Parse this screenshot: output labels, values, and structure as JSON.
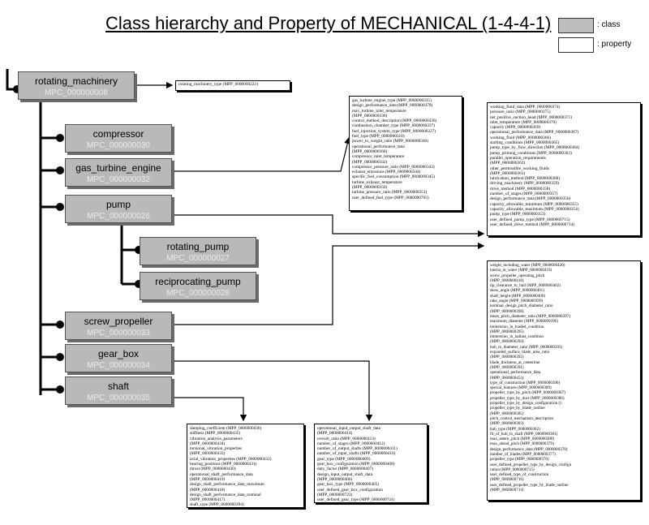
{
  "title": "Class hierarchy and Property of MECHANICAL (1-4-4-1)",
  "legend": {
    "class_label": ": class",
    "property_label": ": property"
  },
  "classes": {
    "rotating_machinery": {
      "name": "rotating_machinery",
      "id": "MPC_000000008"
    },
    "compressor": {
      "name": "compressor",
      "id": "MPC_000000030"
    },
    "gas_turbine_engine": {
      "name": "gas_turbine_engine",
      "id": "MPC_000000032"
    },
    "pump": {
      "name": "pump",
      "id": "MPC_000000026"
    },
    "rotating_pump": {
      "name": "rotating_pump",
      "id": "MPC_000000027"
    },
    "reciprocating_pump": {
      "name": "reciprocating_pump",
      "id": "MPC_000000028"
    },
    "screw_propeller": {
      "name": "screw_propeller",
      "id": "MPC_000000033"
    },
    "gear_box": {
      "name": "gear_box",
      "id": "MPC_000000034"
    },
    "shaft": {
      "name": "shaft",
      "id": "MPC_000000035"
    }
  },
  "properties": {
    "rotating_machinery": [
      "rotating_machinery_type (MPP_0000000222)"
    ],
    "gas_turbine": [
      "gas_turbine_engine_type (MPP_0000000335)",
      "design_performance_data (MPP_0000000378)",
      "max_turbine_inlet_temperature",
      "(MPP_0000000336)",
      "control_method_description (MPP_0000000336)",
      "combustion_chamber_type (MPP_0000000337)",
      "fuel_injection_system_type (MPP_0000000227)",
      "fuel_type (MPP_0000000310)",
      "power_to_weight_ratio (MPP_0000000340)",
      "operational_performance_data",
      "(MPP_0000000360)",
      "compressor_inlet_temperature",
      "(MPP_0000000342)",
      "compressor_pressure_ratio (MPP_0000000343)",
      "exhaust_emissions (MPP_0000000344)",
      "specific_fuel_consumption (MPP_0000000345)",
      "turbine_exhaust_temperature",
      "(MPP_0000000350)",
      "turbine_pressure_ratio (MPP_0000000351)",
      "user_defined_fuel_type (MPP_0000000705)"
    ],
    "pump": [
      "working_fluid_data (MPP_0000000374)",
      "pressure_ratio (MPP_0000000375)",
      "net_positive_suction_head (MPP_0000000371)",
      "inlet_temperature (MPP_0000000370)",
      "capacity (MPP_0000000369)",
      "operational_performance_data (MPP_0000000367)",
      "working_fluid (MPP_0000000366)",
      "starting_conditions (MPP_0000000365)",
      "pump_type_by_flow_direction (MPP_0000000364)",
      "pump_priming_conditions (MPP_0000000363)",
      "parallel_operation_requirements",
      "(MPP_0000000362)",
      "other_permissible_working_fluids",
      "(MPP_0000000361)",
      "lubrication_method (MPP_0000000360)",
      "driving_machinery (MPP_0000000359)",
      "drive_method (MPP_0000000358)",
      "number_of_stages (MPP_0000000357)",
      "design_performance_data (MPP_0000000356)",
      "capacity_allowable_minimum (MPP_0000000355)",
      "capacity_allowable_maximum (MPP_0000000354)",
      "pump_type (MPP_0000000353)",
      "user_defined_pump_type (MPP_0000000715)",
      "user_defined_drive_method (MPP_0000000714)"
    ],
    "screw_propeller": [
      "weight_including_water (MPP_0000000420)",
      "inertia_in_water (MPP_0000000419)",
      "screw_propeller_operating_pitch",
      "(MPP_0000000418)",
      "tip_clearance_to_hull (MPP_0000000402)",
      "skew_angle (MPP_0000000401)",
      "shaft_height (MPP_0000000400)",
      "rake_angle (MPP_0000000399)",
      "nominal_design_pitch_diameter_ratio",
      "(MPP_0000000398)",
      "mean_pitch_diameter_ratio (MPP_0000000397)",
      "maximum_diameter (MPP_0000000396)",
      "immersion_in_loaded_condition",
      "(MPP_0000000395)",
      "immersion_in_ballast_condition",
      "(MPP_0000000394)",
      "hub_to_diameter_ratio (MPP_0000000393)",
      "expanded_surface_blade_area_ratio",
      "(MPP_0000000392)",
      "blade_thickness_at_centerline",
      "(MPP_0000000391)",
      "operational_performance_data",
      "(MPP_0000000453)",
      "type_of_construction (MPP_0000000390)",
      "special_features (MPP_0000000389)",
      "propeller_type_by_pitch (MPP_0000000387)",
      "propeller_type_by_duct (MPP_0000000386)",
      "propeller_type_by_design_configuration ()",
      "propeller_type_by_blade_outline",
      "(MPP_0000000385)",
      "pitch_control_mechanism_description",
      "(MPP_0000000383)",
      "hub_type (MPP_0000000382)",
      "fit_of_hub_to_shaft (MPP_0000000381)",
      "max_astern_pitch (MPP_0000000380)",
      "max_ahead_pitch (MPP_0000000379)",
      "design_performance_data (MPP_0000000378)",
      "number_of_blades (MPP_0000000377)",
      "propeller_type (MPP_0000000376)",
      "user_defined_propeller_type_by_design_configu",
      "ration (MPP_0000000715)",
      "user_defined_type_of_construction",
      "(MPP_0000000716)",
      "user_defined_propeller_type_by_blade_outline",
      "(MPP_0000000714)"
    ],
    "shaft": [
      "damping_coefficient (MPP_0000000436)",
      "stiffness (MPP_0000000435)",
      "vibration_analysis_parameters",
      "(MPP_0000000434)",
      "torsional_vibration_properties",
      "(MPP_0000000433)",
      "axial_vibration_properties (MPP_0000000432)",
      "bearing_positions (MPP_0000000431)",
      "thrust (MPP_0000000430)",
      "operational_shaft_performance_data",
      "(MPP_0000000419)",
      "design_shaft_performance_data_maximum",
      "(MPP_0000000418)",
      "design_shaft_performance_data_nominal",
      "(MPP_0000000417)",
      "shaft_type (MPP_0000000394)"
    ],
    "gear_box": [
      "operational_input_output_shaft_data",
      "(MPP_0000000414)",
      "overall_ratio (MPP_0000000413)",
      "number_of_stages (MPP_0000000412)",
      "number_of_output_shafts (MPP_0000000411)",
      "number_of_input_shafts (MPP_0000000410)",
      "gear_type (MPP_0000000409)",
      "gear_box_configuration (MPP_0000000408)",
      "duty_factor (MPP_0000000407)",
      "design_input_output_shaft_data",
      "(MPP_0000000406)",
      "gear_box_type (MPP_0000000405)",
      "user_defined_gear_box_configuration",
      "(MPP_0000000723)",
      "user_defined_gear_type (MPP_0000000724)"
    ]
  }
}
